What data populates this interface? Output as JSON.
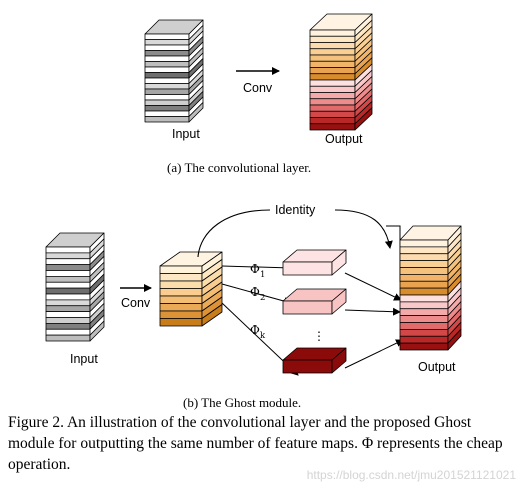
{
  "panel_a": {
    "input_label": "Input",
    "conv_label": "Conv",
    "output_label": "Output",
    "caption": "(a)  The convolutional layer."
  },
  "panel_b": {
    "input_label": "Input",
    "conv_label": "Conv",
    "identity_label": "Identity",
    "phi_symbol": "Φ",
    "phi_subscripts": [
      "1",
      "2",
      "k"
    ],
    "ellipsis": "⋮",
    "output_label": "Output",
    "caption": "(b)  The Ghost module."
  },
  "figure_caption": "Figure 2. An illustration of the convolutional layer and the proposed Ghost module for outputting the same number of feature maps. Φ represents the cheap operation.",
  "watermark": "https://blog.csdn.net/jmu201521121021",
  "colors": {
    "input_grays": [
      "#ffffff",
      "#d9d9d9",
      "#ffffff",
      "#8c8c8c",
      "#ffffff",
      "#bfbfbf",
      "#ffffff",
      "#6e6e6e",
      "#ffffff",
      "#d9d9d9",
      "#a6a6a6",
      "#ffffff",
      "#cfcfcf",
      "#7f7f7f",
      "#ffffff",
      "#bdbdbd"
    ],
    "output_warm": [
      "#fff2df",
      "#fde7c5",
      "#fcdcae",
      "#f9cf93",
      "#f5c27d",
      "#f2b468",
      "#e9a350",
      "#d98c2b",
      "#fde1e1",
      "#f9c9c9",
      "#f4aaaa",
      "#ee8c8c",
      "#e26a6a",
      "#d24848",
      "#b92727",
      "#981010"
    ],
    "intrinsic": [
      "#fff3dc",
      "#fde8c3",
      "#fbdcab",
      "#f8cd8f",
      "#f3bd73",
      "#eaa956",
      "#dc9236",
      "#c87d1a"
    ],
    "ghost1": "#fde3e3",
    "ghost2": "#f7c3c3",
    "ghostk": "#8b0b0b"
  }
}
